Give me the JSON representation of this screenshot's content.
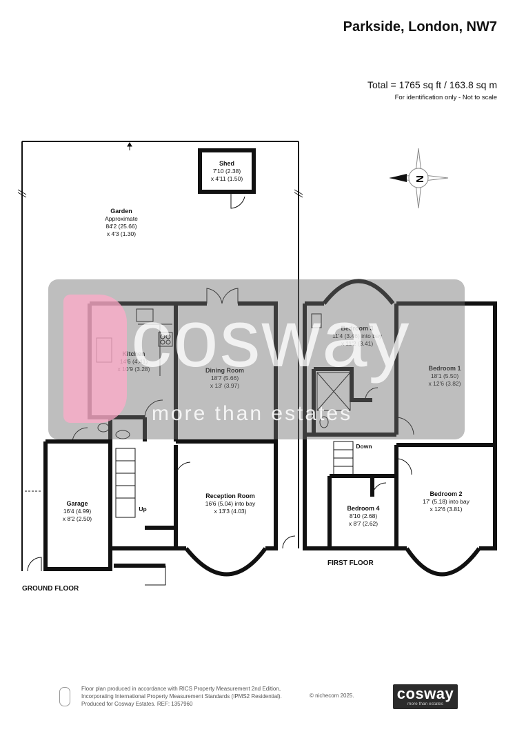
{
  "header": {
    "title": "Parkside, London, NW7",
    "total": "Total = 1765 sq ft / 163.8 sq m",
    "note": "For identification only - Not to scale"
  },
  "rooms": {
    "shed": {
      "name": "Shed",
      "dim1": "7'10 (2.38)",
      "dim2": "x 4'11 (1.50)"
    },
    "garden": {
      "name": "Garden",
      "dim1": "Approximate",
      "dim2": "84'2 (25.66)",
      "dim3": "x 4'3 (1.30)"
    },
    "kitchen": {
      "name": "Kitchen",
      "dim1": "14'6 (4.41)",
      "dim2": "x 10'9 (3.28)"
    },
    "dining": {
      "name": "Dining Room",
      "dim1": "18'7 (5.66)",
      "dim2": "x 13' (3.97)"
    },
    "garage": {
      "name": "Garage",
      "dim1": "16'4 (4.99)",
      "dim2": "x 8'2 (2.50)"
    },
    "reception": {
      "name": "Reception Room",
      "dim1": "16'6 (5.04) into bay",
      "dim2": "x 13'3 (4.03)"
    },
    "bedroom3": {
      "name": "Bedroom 3",
      "dim1": "11'4 (3.46) into bay",
      "dim2": "x 11'2 (3.41)"
    },
    "bedroom1": {
      "name": "Bedroom 1",
      "dim1": "18'1 (5.50)",
      "dim2": "x 12'6 (3.82)"
    },
    "bedroom4": {
      "name": "Bedroom 4",
      "dim1": "8'10 (2.68)",
      "dim2": "x 8'7 (2.62)"
    },
    "bedroom2": {
      "name": "Bedroom 2",
      "dim1": "17' (5.18) into bay",
      "dim2": "x 12'6 (3.81)"
    }
  },
  "stair_labels": {
    "up": "Up",
    "down": "Down"
  },
  "floors": {
    "ground": "GROUND FLOOR",
    "first": "FIRST FLOOR"
  },
  "compass": {
    "letter": "N"
  },
  "watermark": {
    "brand": "cosway",
    "tagline": "more than estates"
  },
  "footer": {
    "line1": "Floor plan produced in accordance with RICS Property Measurement 2nd Edition,",
    "line2": "Incorporating International Property Measurement Standards (IPMS2 Residential).",
    "line3": "Produced for Cosway Estates.   REF: 1357960",
    "copyright": "© nichecom 2025."
  },
  "logo": {
    "brand": "cosway",
    "tagline": "more than estates"
  },
  "colors": {
    "wall": "#111111",
    "watermark_grey": "#6e6e6e",
    "brand_pink": "#e0245e"
  }
}
